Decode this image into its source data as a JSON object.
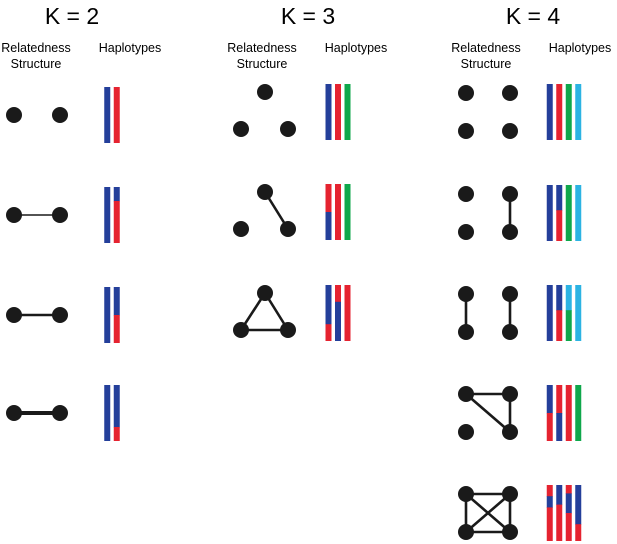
{
  "colors": {
    "node": "#1a1a1a",
    "edge": "#1a1a1a",
    "blue": "#243f9a",
    "red": "#e52330",
    "green": "#0fa74b",
    "lightblue": "#2bb3e3"
  },
  "panels": [
    {
      "title": "K = 2",
      "structure_label": "Relatedness\nStructure",
      "haplotypes_label": "Haplotypes",
      "rows": [
        {
          "structure": "none",
          "haplotypes": [
            [
              "blue"
            ],
            [
              "red"
            ]
          ]
        },
        {
          "structure": "weak-pair",
          "haplotypes": [
            [
              "blue"
            ],
            [
              [
                "blue",
                0.25
              ],
              [
                "red",
                0.75
              ]
            ]
          ]
        },
        {
          "structure": "medium-pair",
          "haplotypes": [
            [
              "blue"
            ],
            [
              [
                "blue",
                0.5
              ],
              [
                "red",
                0.5
              ]
            ]
          ]
        },
        {
          "structure": "strong-pair",
          "haplotypes": [
            [
              "blue"
            ],
            [
              [
                "blue",
                0.75
              ],
              [
                "red",
                0.25
              ]
            ]
          ]
        }
      ]
    },
    {
      "title": "K = 3",
      "structure_label": "Relatedness\nStructure",
      "haplotypes_label": "Haplotypes",
      "rows": [
        {
          "structure": "none",
          "haplotypes": [
            [
              "blue"
            ],
            [
              "red"
            ],
            [
              "green"
            ]
          ]
        },
        {
          "structure": "one-edge",
          "haplotypes": [
            [
              [
                "red",
                0.5
              ],
              [
                "blue",
                0.5
              ]
            ],
            [
              "red"
            ],
            [
              "green"
            ]
          ]
        },
        {
          "structure": "triangle",
          "haplotypes": [
            [
              [
                "blue",
                0.7
              ],
              [
                "red",
                0.3
              ]
            ],
            [
              [
                "red",
                0.3
              ],
              [
                "blue",
                0.7
              ]
            ],
            [
              "red"
            ]
          ]
        }
      ]
    },
    {
      "title": "K = 4",
      "structure_label": "Relatedness\nStructure",
      "haplotypes_label": "Haplotypes",
      "rows": [
        {
          "structure": "none",
          "haplotypes": [
            [
              "blue"
            ],
            [
              "red"
            ],
            [
              "green"
            ],
            [
              "lightblue"
            ]
          ]
        },
        {
          "structure": "one-pair",
          "haplotypes": [
            [
              "blue"
            ],
            [
              [
                "blue",
                0.45
              ],
              [
                "red",
                0.55
              ]
            ],
            [
              "green"
            ],
            [
              "lightblue"
            ]
          ]
        },
        {
          "structure": "two-pairs",
          "haplotypes": [
            [
              "blue"
            ],
            [
              [
                "blue",
                0.45
              ],
              [
                "red",
                0.55
              ]
            ],
            [
              [
                "lightblue",
                0.45
              ],
              [
                "green",
                0.55
              ]
            ],
            [
              "lightblue"
            ]
          ]
        },
        {
          "structure": "triangle-plus-one",
          "haplotypes": [
            [
              [
                "blue",
                0.5
              ],
              [
                "red",
                0.5
              ]
            ],
            [
              [
                "red",
                0.5
              ],
              [
                "blue",
                0.5
              ]
            ],
            [
              "red"
            ],
            [
              "green"
            ]
          ]
        },
        {
          "structure": "complete",
          "haplotypes": [
            [
              [
                "red",
                0.2
              ],
              [
                "blue",
                0.2
              ],
              [
                "red",
                0.6
              ]
            ],
            [
              [
                "blue",
                0.35
              ],
              [
                "red",
                0.65
              ]
            ],
            [
              [
                "red",
                0.15
              ],
              [
                "blue",
                0.35
              ],
              [
                "red",
                0.5
              ]
            ],
            [
              [
                "blue",
                0.7
              ],
              [
                "red",
                0.3
              ]
            ]
          ]
        }
      ]
    }
  ]
}
